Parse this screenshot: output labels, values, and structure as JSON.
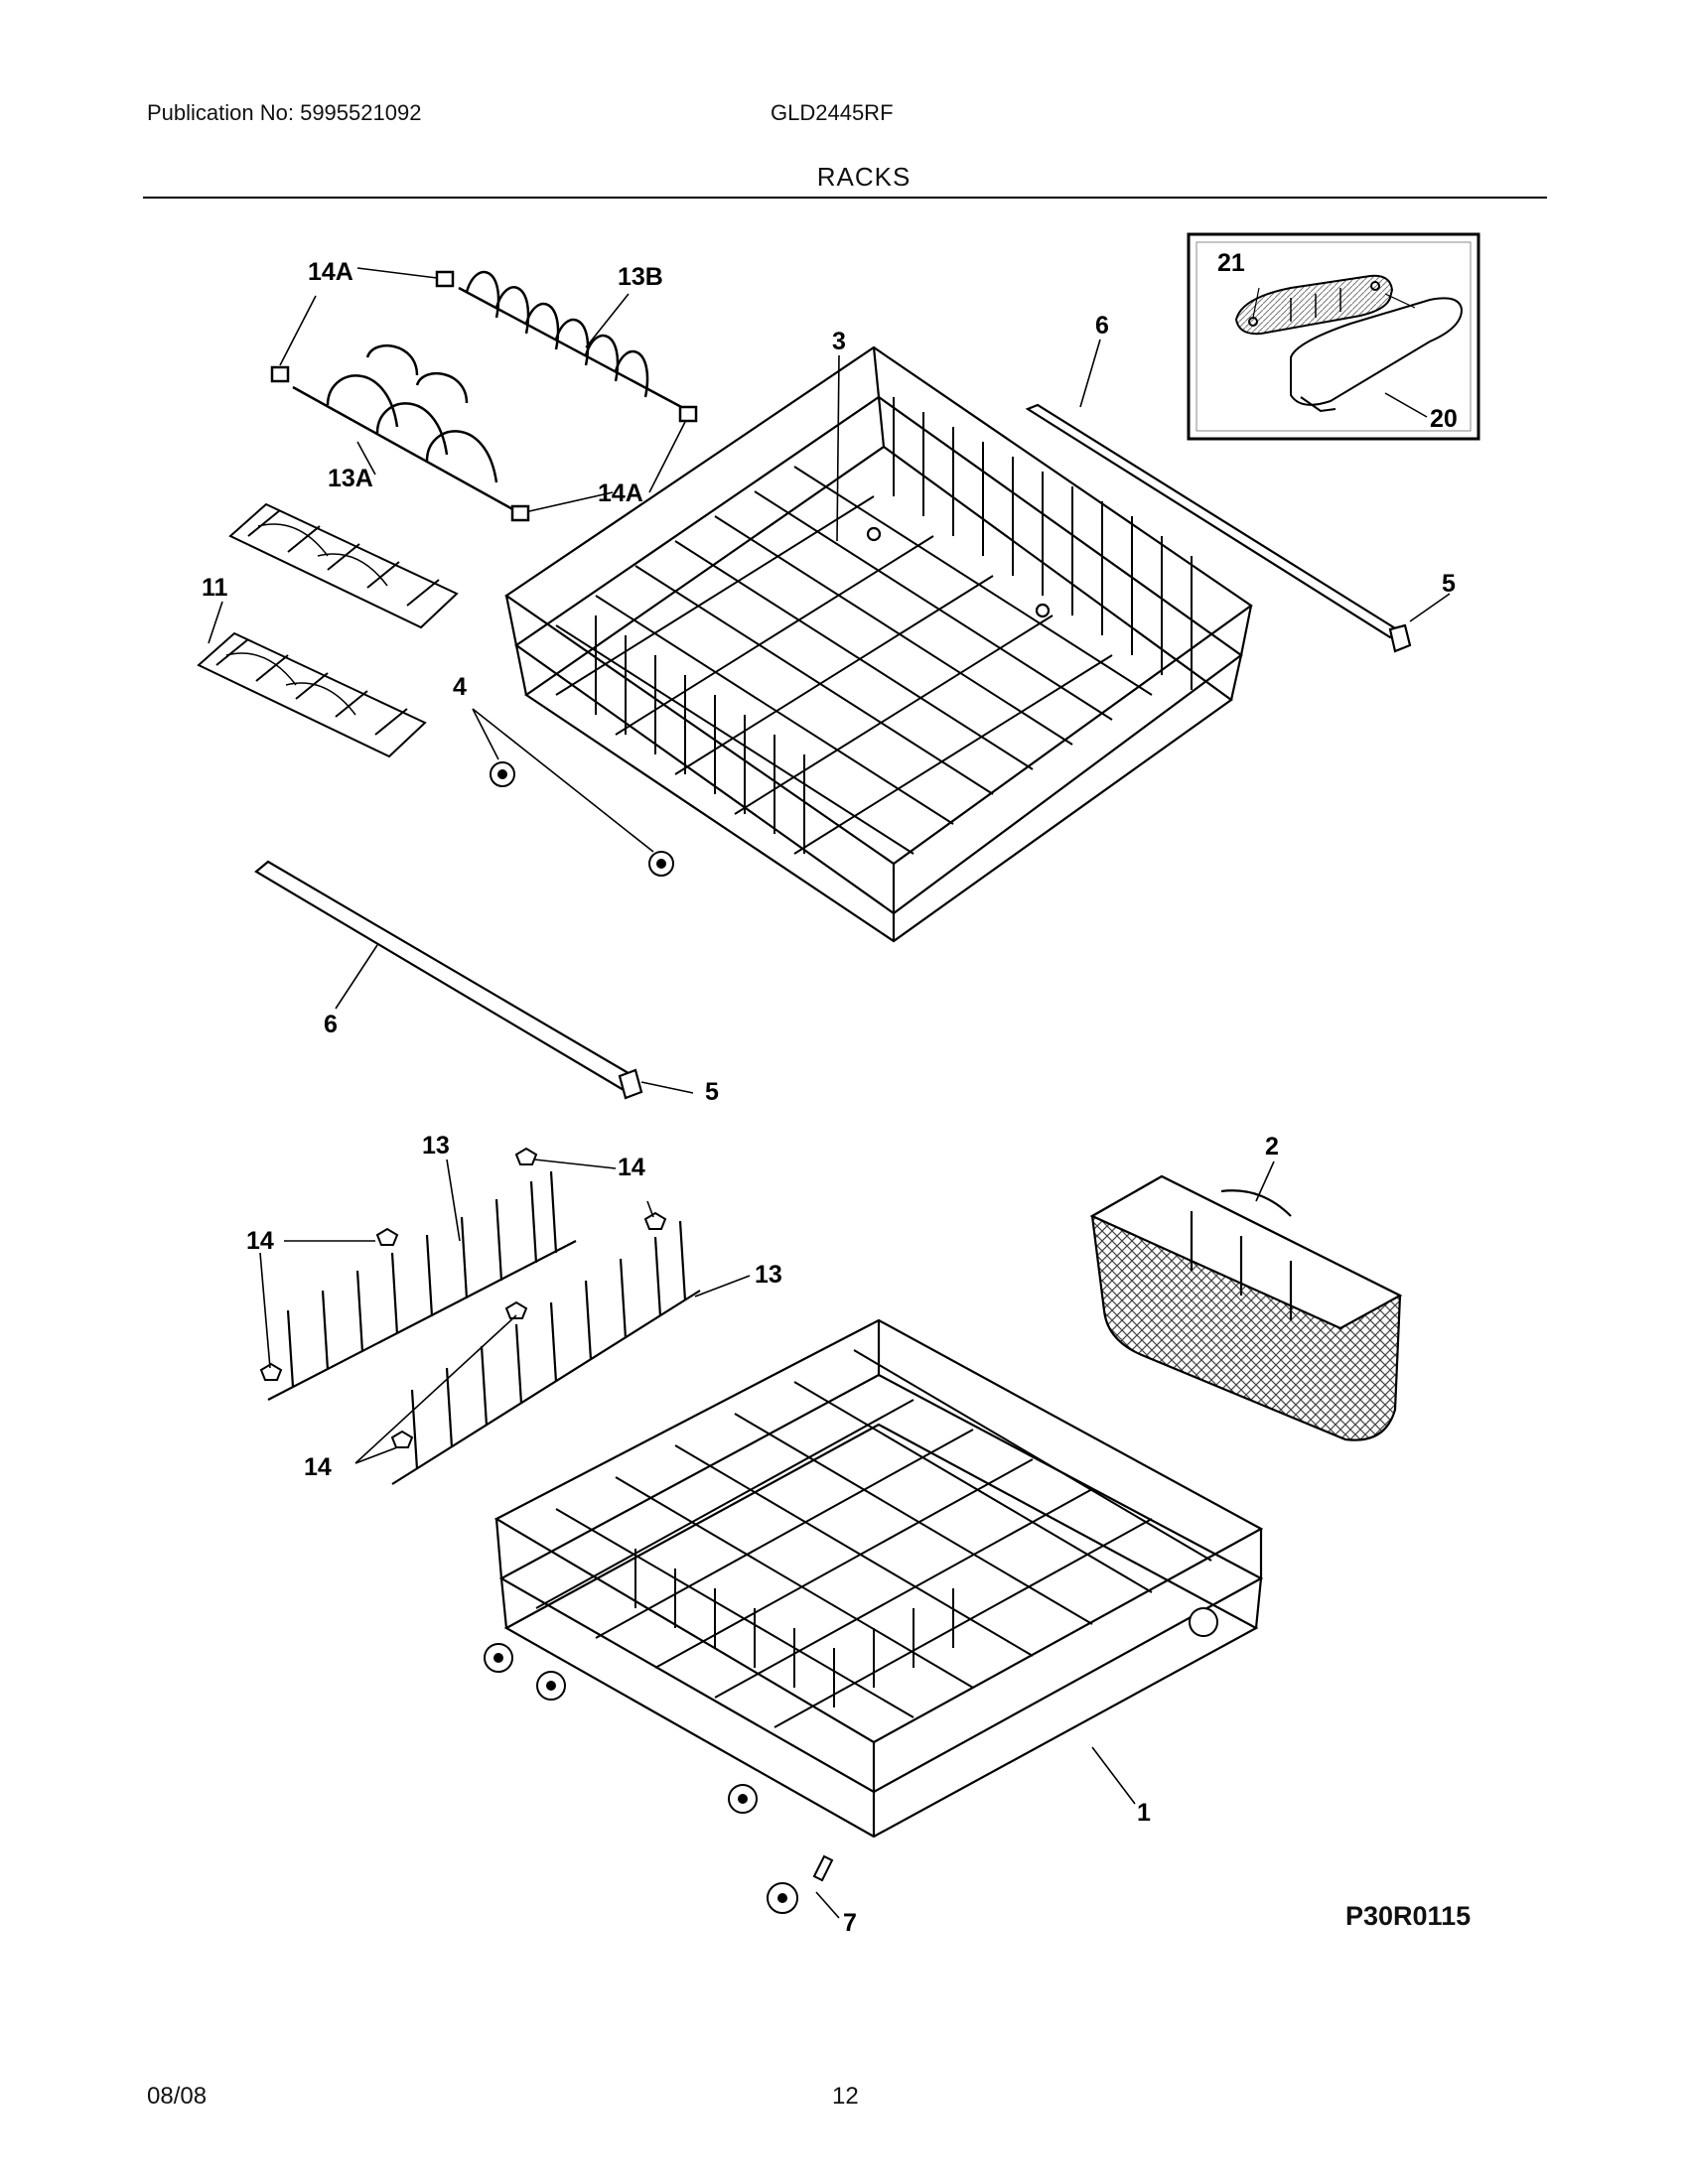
{
  "header": {
    "publication": "Publication No: 5995521092",
    "model": "GLD2445RF",
    "section": "RACKS"
  },
  "callouts": {
    "c14a_top": "14A",
    "c13b": "13B",
    "c13a": "13A",
    "c14a_bottom": "14A",
    "c3": "3",
    "c6_top": "6",
    "c5_top": "5",
    "c21": "21",
    "c20": "20",
    "c11": "11",
    "c4": "4",
    "c6_bottom": "6",
    "c5_bottom": "5",
    "c13_top": "13",
    "c14_right": "14",
    "c14_left": "14",
    "c13_right": "13",
    "c2": "2",
    "c14_bottom": "14",
    "c1": "1",
    "c7": "7"
  },
  "drawing_id": "P30R0115",
  "footer": {
    "date": "08/08",
    "page": "12"
  }
}
